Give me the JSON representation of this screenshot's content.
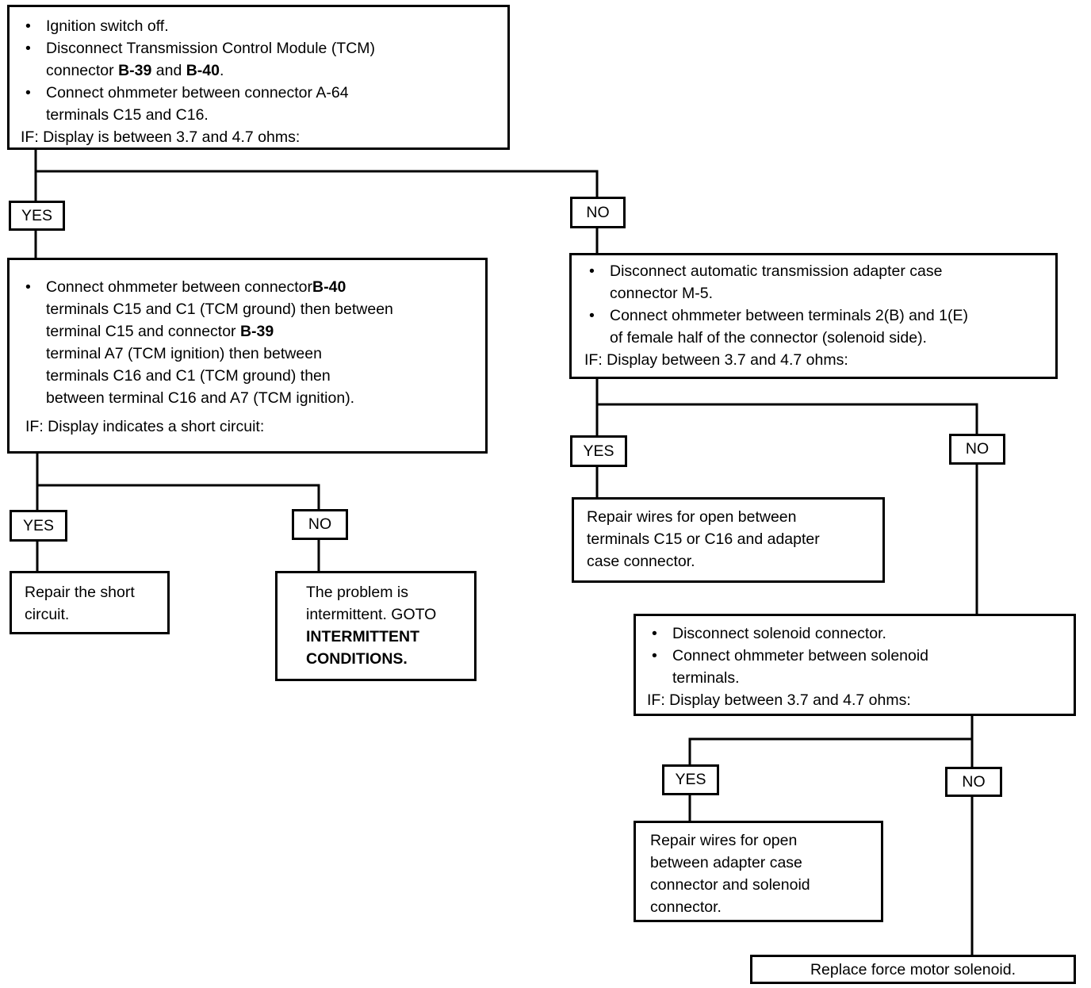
{
  "boxes": {
    "start": {
      "l1": "Ignition switch off.",
      "l2": "Disconnect Transmission Control Module (TCM)",
      "l3_pre": "connector ",
      "l3_b1": "B-39",
      "l3_mid": " and ",
      "l3_b2": "B-40",
      "l3_post": ".",
      "l4": "Connect ohmmeter between connector A-64",
      "l5": "terminals C15 and C16.",
      "l6": "IF: Display is between 3.7 and 4.7 ohms:"
    },
    "short_check": {
      "l1_pre": "Connect ohmmeter between connector",
      "l1_b": "B-40",
      "l2": "terminals C15 and C1 (TCM ground) then between",
      "l3_pre": "terminal C15 and connector ",
      "l3_b": "B-39",
      "l4": "terminal A7 (TCM ignition) then between",
      "l5": "terminals C16 and C1 (TCM ground) then",
      "l6": "between  terminal C16 and A7 (TCM ignition).",
      "l7": "IF:  Display indicates a short circuit:"
    },
    "repair_short": {
      "l1": "Repair the short",
      "l2": "circuit."
    },
    "intermittent": {
      "l1": "The problem is",
      "l2": "intermittent. GOTO",
      "l3": "INTERMITTENT",
      "l4": "CONDITIONS."
    },
    "adapter_check": {
      "l1": "Disconnect automatic transmission adapter case",
      "l2": "connector M-5.",
      "l3": "Connect ohmmeter between terminals 2(B) and 1(E)",
      "l4": "of female half of the connector (solenoid side).",
      "l5": "IF:  Display between 3.7 and 4.7 ohms:"
    },
    "repair_open_tcm": {
      "l1": "Repair wires for open between",
      "l2": "terminals C15 or C16 and adapter",
      "l3": "case connector."
    },
    "solenoid_check": {
      "l1": "Disconnect solenoid connector.",
      "l2": "Connect ohmmeter between solenoid",
      "l3": "terminals.",
      "l4": "IF:  Display between 3.7 and 4.7 ohms:"
    },
    "repair_open_adapter": {
      "l1": "Repair wires for open",
      "l2": "between adapter case",
      "l3": "connector and solenoid",
      "l4": "connector."
    },
    "replace_solenoid": {
      "l1": "Replace force motor solenoid."
    }
  },
  "labels": {
    "yes1": "YES",
    "no1": "NO",
    "yes2": "YES",
    "no2": "NO",
    "yes3": "YES",
    "no3": "NO",
    "yes4": "YES",
    "no4": "NO"
  }
}
